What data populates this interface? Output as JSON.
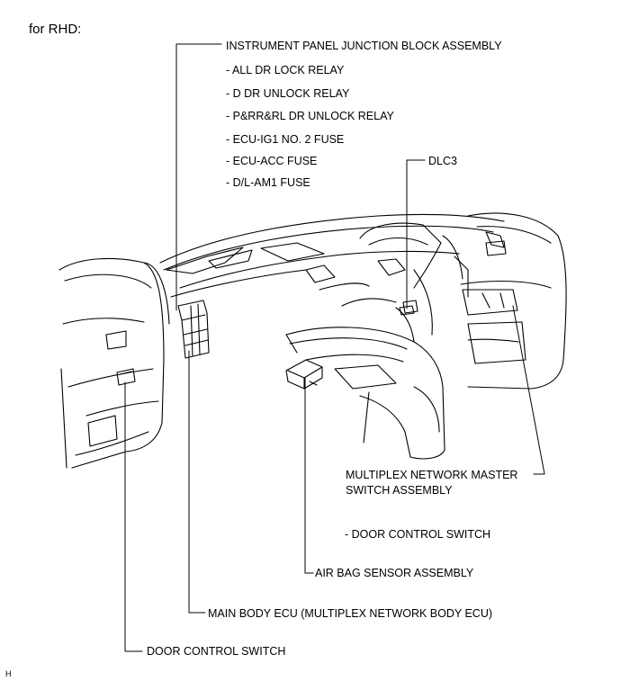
{
  "header": {
    "title": "for RHD:"
  },
  "labels": {
    "junction_block": "INSTRUMENT PANEL JUNCTION BLOCK ASSEMBLY",
    "junction_items": [
      "- ALL DR LOCK RELAY",
      "- D DR UNLOCK RELAY",
      "- P&RR&RL DR UNLOCK RELAY",
      "- ECU-IG1 NO. 2 FUSE",
      "- ECU-ACC FUSE",
      "- D/L-AM1 FUSE"
    ],
    "dlc3": "DLC3",
    "master_switch_line1": "MULTIPLEX NETWORK MASTER",
    "master_switch_line2": "SWITCH ASSEMBLY",
    "master_switch_sub": "- DOOR CONTROL SWITCH",
    "airbag_sensor": "AIR BAG SENSOR ASSEMBLY",
    "main_body_ecu": "MAIN BODY ECU (MULTIPLEX NETWORK BODY ECU)",
    "door_control_switch": "DOOR CONTROL SWITCH"
  },
  "footer": {
    "code": "H"
  }
}
